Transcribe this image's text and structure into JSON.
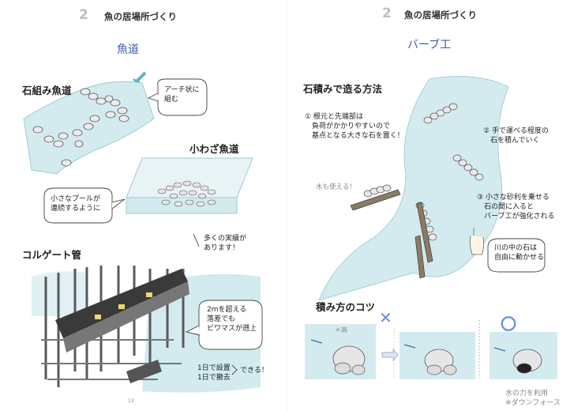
{
  "left": {
    "chapter_number": "2",
    "chapter_title": "魚の居場所づくり",
    "section_title": "魚道",
    "ishigumi": {
      "heading": "石組み魚道",
      "callout": "アーチ状に\n組む"
    },
    "kowaza": {
      "heading": "小わざ魚道",
      "callout": "小さなプールが\n連続するように",
      "note": "多くの実績が\nあります！"
    },
    "corrugate": {
      "heading": "コルゲート管",
      "callout": "2mを超える\n落差でも\nビワマスが遡上",
      "setup": "1日で設置\n1日で撤去",
      "setup_suffix": "できる！"
    },
    "page_number": "13"
  },
  "right": {
    "chapter_number": "2",
    "chapter_title": "魚の居場所づくり",
    "section_title": "バーブ工",
    "method": {
      "heading": "石積みで造る方法",
      "step1": "① 根元と先端部は\n　負荷がかかりやすいので\n　基点となる大きな石を置く！",
      "step2": "② 手で運べる程度の\n　石を積んでいく",
      "step3": "③ 小さな砂利を乗せる\n　石の間に入ると\n　バーブ工が強化される",
      "wood_note": "木も使える！",
      "stones_note": "川の中の石は\n自由に動かせる"
    },
    "tips": {
      "heading": "積み方のコツ",
      "circle_mark": "〇",
      "cross_mark": "✕",
      "small_label": "＊高",
      "force_note": "水の力を利用\n※ダウンフォース"
    }
  },
  "colors": {
    "water": "#d3ebef",
    "water_stroke": "#8fc4cf",
    "section_blue": "#3a5db0",
    "mark_blue": "#6a8fe0",
    "stone": "#e4e4e4",
    "wood": "#8a7b68"
  }
}
